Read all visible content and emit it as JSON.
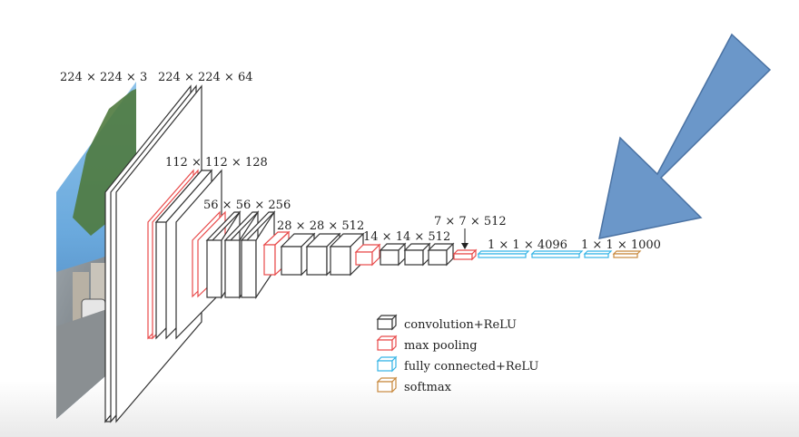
{
  "diagram": {
    "dimension_labels": {
      "input": "224 × 224 × 3",
      "conv1": "224 × 224 × 64",
      "conv2": "112 × 112 × 128",
      "conv3": "56 × 56 × 256",
      "conv4": "28 × 28 × 512",
      "conv5": "14 × 14 × 512",
      "pool5": "7 × 7 × 512",
      "fc": "1 × 1 × 4096",
      "softmax": "1 × 1 × 1000"
    },
    "legend": [
      {
        "label": "convolution+ReLU",
        "color": "#333333"
      },
      {
        "label": "max pooling",
        "color": "#e84a4a"
      },
      {
        "label": "fully connected+ReLU",
        "color": "#36b5e6"
      },
      {
        "label": "softmax",
        "color": "#c8893e"
      }
    ],
    "colors": {
      "conv": "#333333",
      "pool": "#e84a4a",
      "fc": "#36b5e6",
      "softmax": "#c8893e",
      "arrow_fill": "#6b97c9",
      "arrow_stroke": "#4a72a3"
    },
    "icons": {
      "input_image": "street-photo",
      "pointer": "arrow-down-left"
    }
  }
}
